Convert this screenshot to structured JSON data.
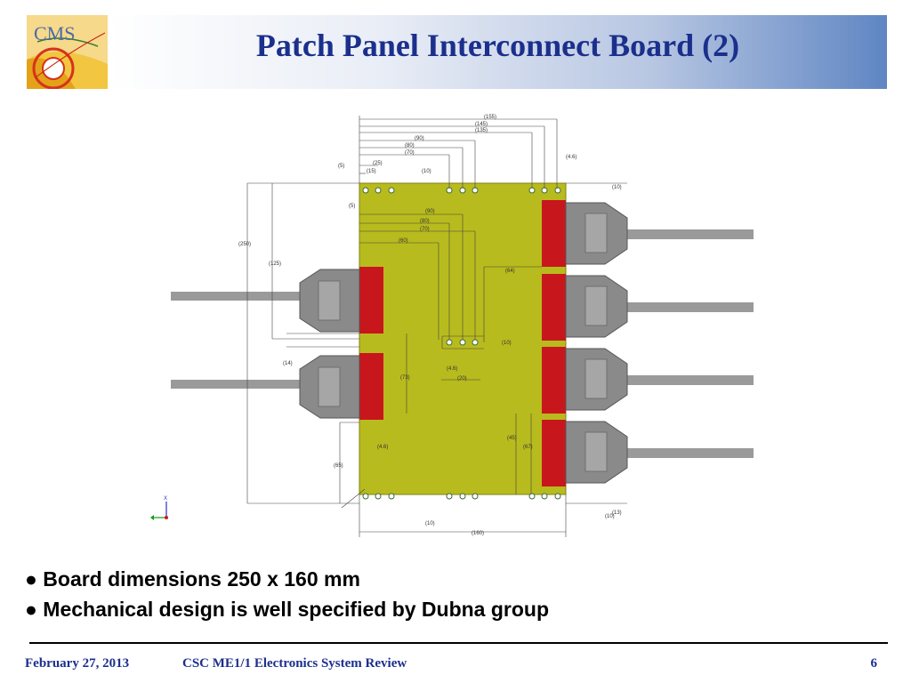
{
  "slide": {
    "title": "Patch Panel Interconnect Board (2)",
    "logo_text": "CMS",
    "bullets": [
      "● Board dimensions 250 x 160 mm",
      "● Mechanical design is well specified by Dubna group"
    ]
  },
  "drawing": {
    "dims": {
      "d155": "(155)",
      "d145": "(145)",
      "d135": "(135)",
      "d90": "(90)",
      "d80": "(80)",
      "d70": "(70)",
      "d25": "(25)",
      "d15": "(15)",
      "d5a": "(5)",
      "d5b": "(5)",
      "d10a": "(10)",
      "d4_6a": "(4.6)",
      "d10b": "(10)",
      "d250": "(250)",
      "d125": "(125)",
      "d90b": "(90)",
      "d80b": "(80)",
      "d70b": "(70)",
      "d60": "(60)",
      "d64": "(64)",
      "d14": "(14)",
      "d65": "(65)",
      "d10c": "(10)",
      "d4_6b": "(4.6)",
      "d10d": "(10)",
      "d10e": "(10)",
      "d160": "(160)",
      "d4_6c": "(4.6)",
      "d20": "(20)",
      "d45": "(45)",
      "d67": "(67)",
      "d73": "(73)",
      "d13": "(13)"
    },
    "axis_label": "X"
  },
  "footer": {
    "date": "February  27, 2013",
    "event": "CSC  ME1/1  Electronics System Review",
    "page": "6"
  },
  "colors": {
    "title": "#1b2f8c",
    "board": "#b8bb1d",
    "connector_red": "#c8161d",
    "connector_gray": "#8a8a8a"
  }
}
